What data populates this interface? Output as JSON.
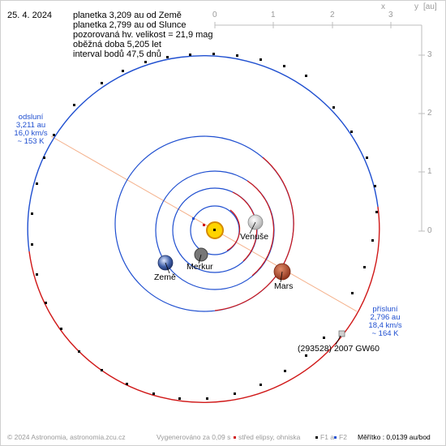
{
  "date": "25. 4. 2024",
  "info": [
    "planetka 3,209 au od Země",
    "planetka 2,799 au od Slunce",
    "pozorovaná hv. velikost = 21,9 mag",
    "oběžná doba 5,205 let",
    "interval bodů 47,5 dnů"
  ],
  "axis": {
    "x_label": "x",
    "y_label": "y",
    "unit": "[au]",
    "x_ticks": [
      "0",
      "1",
      "2",
      "3"
    ],
    "y_ticks": [
      "3",
      "2",
      "1",
      "0"
    ]
  },
  "aphelion": {
    "title": "odsluní",
    "lines": [
      "3,211 au",
      "16,0 km/s",
      "~ 153 K"
    ]
  },
  "perihelion": {
    "title": "přísluní",
    "lines": [
      "2,796 au",
      "18,4 km/s",
      "~ 164 K"
    ]
  },
  "bodies": {
    "earth": "Země",
    "mercury": "Merkur",
    "venus": "Venuše",
    "mars": "Mars",
    "asteroid": "(293528) 2007 GW60"
  },
  "footer": {
    "copyright": "© 2024 Astronomia, astronomia.zcu.cz",
    "generated": "Vygenerováno za 0,09 s",
    "legend_ellipse": "střed elipsy, ohniska",
    "legend_f1": "F1 a",
    "legend_f2": "F2",
    "scale": "Měřítko : 0,0139 au/bod"
  },
  "colors": {
    "orbit_blue": "#1f4fd0",
    "orbit_red": "#d01818",
    "apsis_line": "#f4b08a",
    "sun": "#ffd400",
    "mars": "#b0452a"
  }
}
